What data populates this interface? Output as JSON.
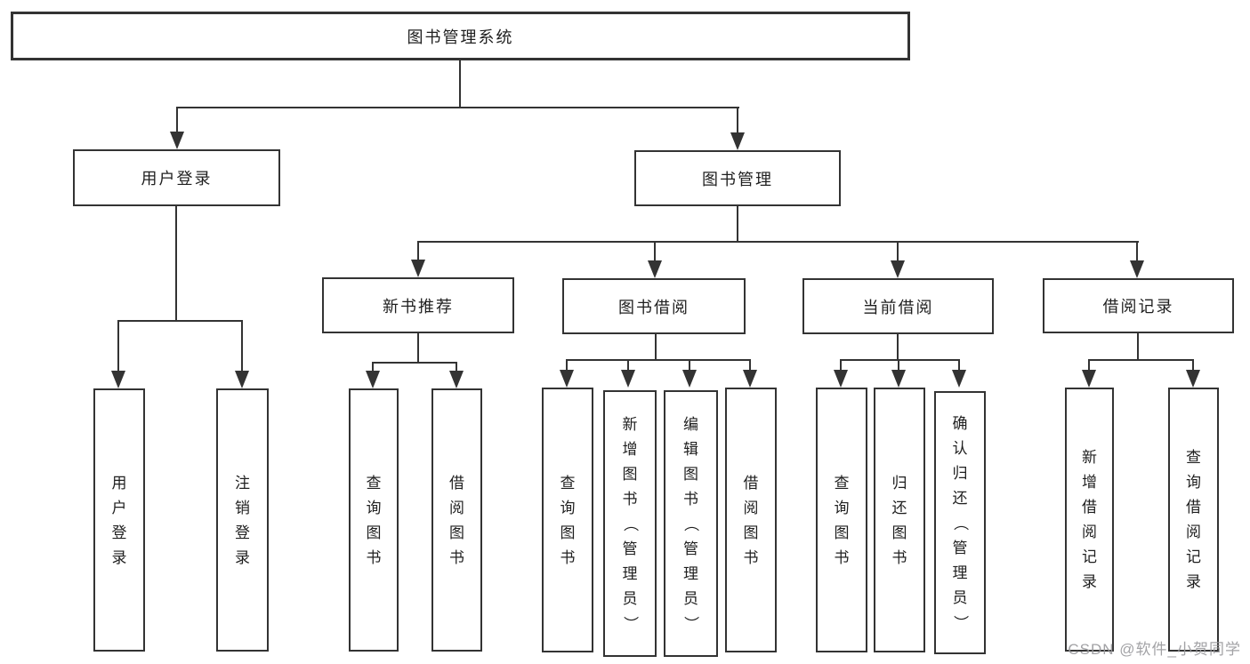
{
  "tree": {
    "label": "图书管理系统",
    "children": [
      {
        "label": "用户登录",
        "children": [
          {
            "label": "用户登录"
          },
          {
            "label": "注销登录"
          }
        ]
      },
      {
        "label": "图书管理",
        "children": [
          {
            "label": "新书推荐",
            "children": [
              {
                "label": "查询图书"
              },
              {
                "label": "借阅图书"
              }
            ]
          },
          {
            "label": "图书借阅",
            "children": [
              {
                "label": "查询图书"
              },
              {
                "label": "新增图书（管理员）"
              },
              {
                "label": "编辑图书（管理员）"
              },
              {
                "label": "借阅图书"
              }
            ]
          },
          {
            "label": "当前借阅",
            "children": [
              {
                "label": "查询图书"
              },
              {
                "label": "归还图书"
              },
              {
                "label": "确认归还（管理员）"
              }
            ]
          },
          {
            "label": "借阅记录",
            "children": [
              {
                "label": "新增借阅记录"
              },
              {
                "label": "查询借阅记录"
              }
            ]
          }
        ]
      }
    ]
  },
  "watermark": "CSDN @软件_小贺同学",
  "colors": {
    "line": "#333333",
    "text": "#1f1f1f",
    "watermark": "#98989c",
    "background": "#ffffff"
  }
}
